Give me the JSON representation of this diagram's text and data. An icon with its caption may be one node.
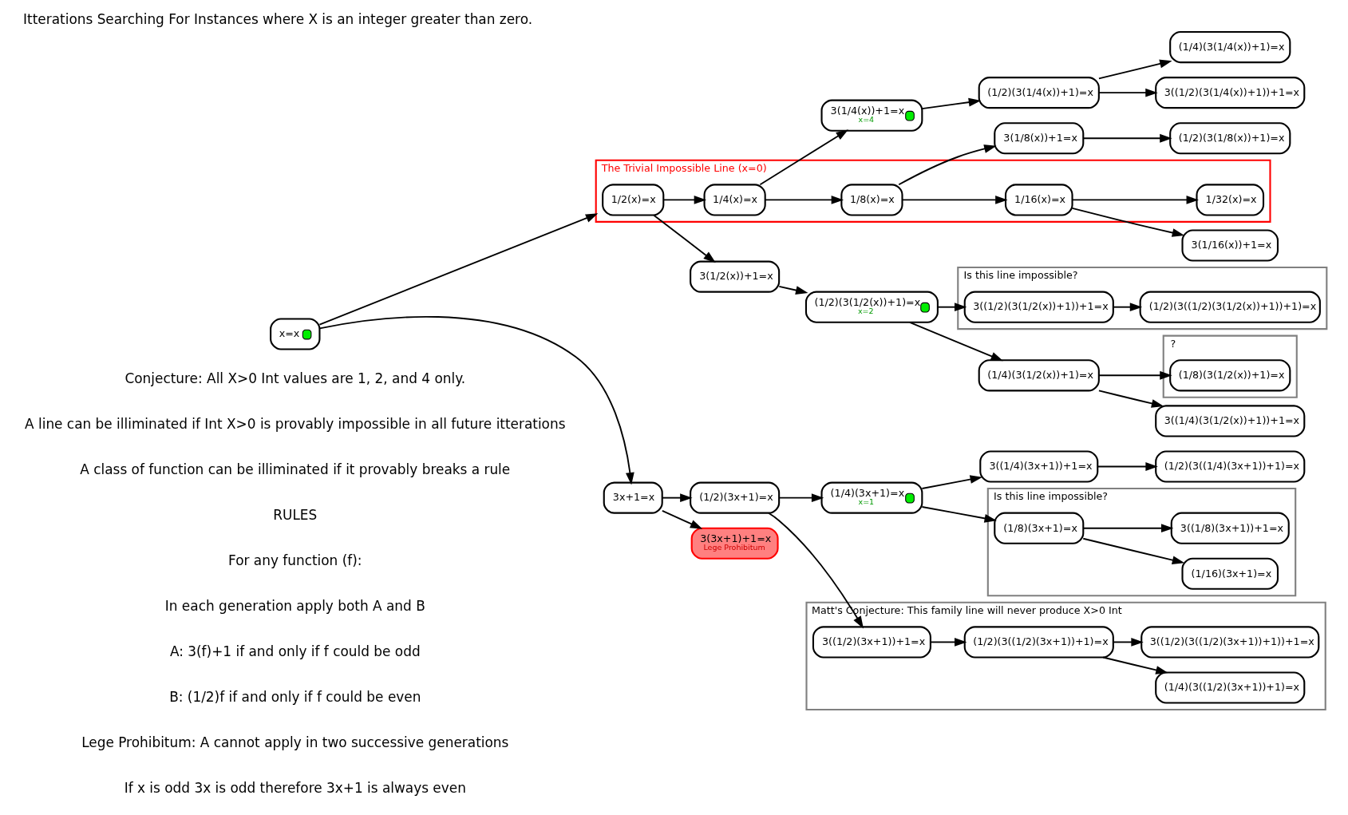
{
  "diagram": {
    "title": "Itterations Searching For Instances where X is an integer greater than zero.",
    "nodes": [
      {
        "text": [
          "x=x"
        ]
      },
      {
        "text": [
          "The Trivial Impossible Line (x=0)"
        ]
      },
      {
        "text": [
          "1/2(x)=x"
        ],
        "in": 1
      },
      {
        "text": [
          "1/4(x)=x"
        ],
        "in": 1
      },
      {
        "text": [
          "1/8(x)=x"
        ],
        "in": 1
      },
      {
        "text": [
          "1/16(x)=x"
        ],
        "in": 1
      },
      {
        "text": [
          "1/32(x)=x"
        ],
        "in": 1
      },
      {
        "text": [
          "3x+1=x"
        ]
      },
      {
        "text": [
          "(1/2)(3x+1)=x"
        ]
      },
      {
        "text": [
          "(1/4)(3x+1)=x",
          "x=1"
        ]
      },
      {
        "text": [
          "3(3x+1)+1=x",
          "Lege Prohibitum"
        ]
      },
      {
        "text": [
          "3(1/2(x))+1=x"
        ]
      },
      {
        "text": [
          "(1/2)(3(1/2(x))+1)=x",
          "x=2"
        ]
      },
      {
        "text": [
          "3(1/4(x))+1=x",
          "x=4"
        ]
      },
      {
        "text": [
          "(1/2)(3(1/4(x))+1)=x"
        ]
      },
      {
        "text": [
          "3(1/8(x))+1=x"
        ]
      },
      {
        "text": [
          "(1/2)(3(1/8(x))+1)=x"
        ]
      },
      {
        "text": [
          "3(1/16(x))+1=x"
        ]
      },
      {
        "text": [
          "Is this line impossible?"
        ]
      },
      {
        "text": [
          "3((1/2)(3(1/2(x))+1))+1=x"
        ],
        "in": 18
      },
      {
        "text": [
          "(1/2)(3((1/2)(3(1/2(x))+1))+1)=x"
        ],
        "in": 18
      },
      {
        "text": [
          "(1/4)(3(1/2(x))+1)=x"
        ]
      },
      {
        "text": [
          "3((1/4)(3(1/2(x))+1))+1=x"
        ]
      },
      {
        "text": [
          "?"
        ]
      },
      {
        "text": [
          "(1/8)(3(1/2(x))+1)=x"
        ],
        "in": 23
      },
      {
        "text": [
          "3((1/2)(3(1/4(x))+1))+1=x"
        ]
      },
      {
        "text": [
          "(1/4)(3(1/4(x))+1)=x"
        ]
      },
      {
        "text": [
          "Is this line impossible?"
        ]
      },
      {
        "text": [
          "(1/8)(3x+1)=x"
        ],
        "in": 27
      },
      {
        "text": [
          "(1/16)(3x+1)=x"
        ],
        "in": 27
      },
      {
        "text": [
          "3((1/8)(3x+1))+1=x"
        ],
        "in": 27
      },
      {
        "text": [
          "3((1/4)(3x+1))+1=x"
        ]
      },
      {
        "text": [
          "(1/2)(3((1/4)(3x+1))+1)=x"
        ]
      },
      {
        "text": [
          "Matt's Conjecture: This family line will never produce X>0 Int"
        ]
      },
      {
        "text": [
          "3((1/2)(3x+1))+1=x"
        ],
        "in": 33
      },
      {
        "text": [
          "(1/2)(3((1/2)(3x+1))+1)=x"
        ],
        "in": 33
      },
      {
        "text": [
          "(1/4)(3((1/2)(3x+1))+1)=x"
        ],
        "in": 33
      },
      {
        "text": [
          "3((1/2)(3((1/2)(3x+1))+1))+1=x"
        ],
        "in": 33
      }
    ],
    "edges": [
      {
        "from": 0,
        "to": 1,
        "arrow": "to"
      },
      {
        "from": 0,
        "to": 7,
        "arrow": "to"
      },
      {
        "from": 2,
        "to": 3,
        "arrow": "to"
      },
      {
        "from": 3,
        "to": 4,
        "arrow": "to"
      },
      {
        "from": 4,
        "to": 5,
        "arrow": "to"
      },
      {
        "from": 5,
        "to": 6,
        "arrow": "to"
      },
      {
        "from": 2,
        "to": 11,
        "arrow": "to"
      },
      {
        "from": 3,
        "to": 13,
        "arrow": "to"
      },
      {
        "from": 4,
        "to": 15,
        "arrow": "to"
      },
      {
        "from": 5,
        "to": 17,
        "arrow": "to"
      },
      {
        "from": 11,
        "to": 12,
        "arrow": "to"
      },
      {
        "from": 12,
        "to": 19,
        "arrow": "to"
      },
      {
        "from": 12,
        "to": 21,
        "arrow": "to"
      },
      {
        "from": 13,
        "to": 14,
        "arrow": "to"
      },
      {
        "from": 14,
        "to": 25,
        "arrow": "to"
      },
      {
        "from": 14,
        "to": 26,
        "arrow": "to"
      },
      {
        "from": 15,
        "to": 16,
        "arrow": "to"
      },
      {
        "from": 19,
        "to": 20,
        "arrow": "to"
      },
      {
        "from": 21,
        "to": 22,
        "arrow": "to"
      },
      {
        "from": 21,
        "to": 24,
        "arrow": "to"
      },
      {
        "from": 7,
        "to": 8,
        "arrow": "to"
      },
      {
        "from": 7,
        "to": 10,
        "arrow": "to"
      },
      {
        "from": 8,
        "to": 9,
        "arrow": "to"
      },
      {
        "from": 8,
        "to": 34,
        "arrow": "to"
      },
      {
        "from": 9,
        "to": 28,
        "arrow": "to"
      },
      {
        "from": 9,
        "to": 31,
        "arrow": "to"
      },
      {
        "from": 28,
        "to": 29,
        "arrow": "to"
      },
      {
        "from": 28,
        "to": 30,
        "arrow": "to"
      },
      {
        "from": 31,
        "to": 32,
        "arrow": "to"
      },
      {
        "from": 34,
        "to": 35,
        "arrow": "to"
      },
      {
        "from": 35,
        "to": 36,
        "arrow": "to"
      },
      {
        "from": 35,
        "to": 37,
        "arrow": "to"
      }
    ],
    "labels": [
      "Conjecture: All X>0 Int values are 1, 2, and 4 only.",
      "A line can be illiminated if Int X>0 is provably impossible in all future itterations",
      "A class of function can be illiminated if it provably breaks a rule",
      "RULES",
      "For any function (f):",
      "In each generation apply both A and B",
      "A: 3(f)+1 if and only if f could be odd",
      "B: (1/2)f if and only if f could be even",
      "Lege Prohibitum: A cannot apply in two successive generations",
      "If x is odd 3x is odd therefore 3x+1 is always even"
    ]
  }
}
